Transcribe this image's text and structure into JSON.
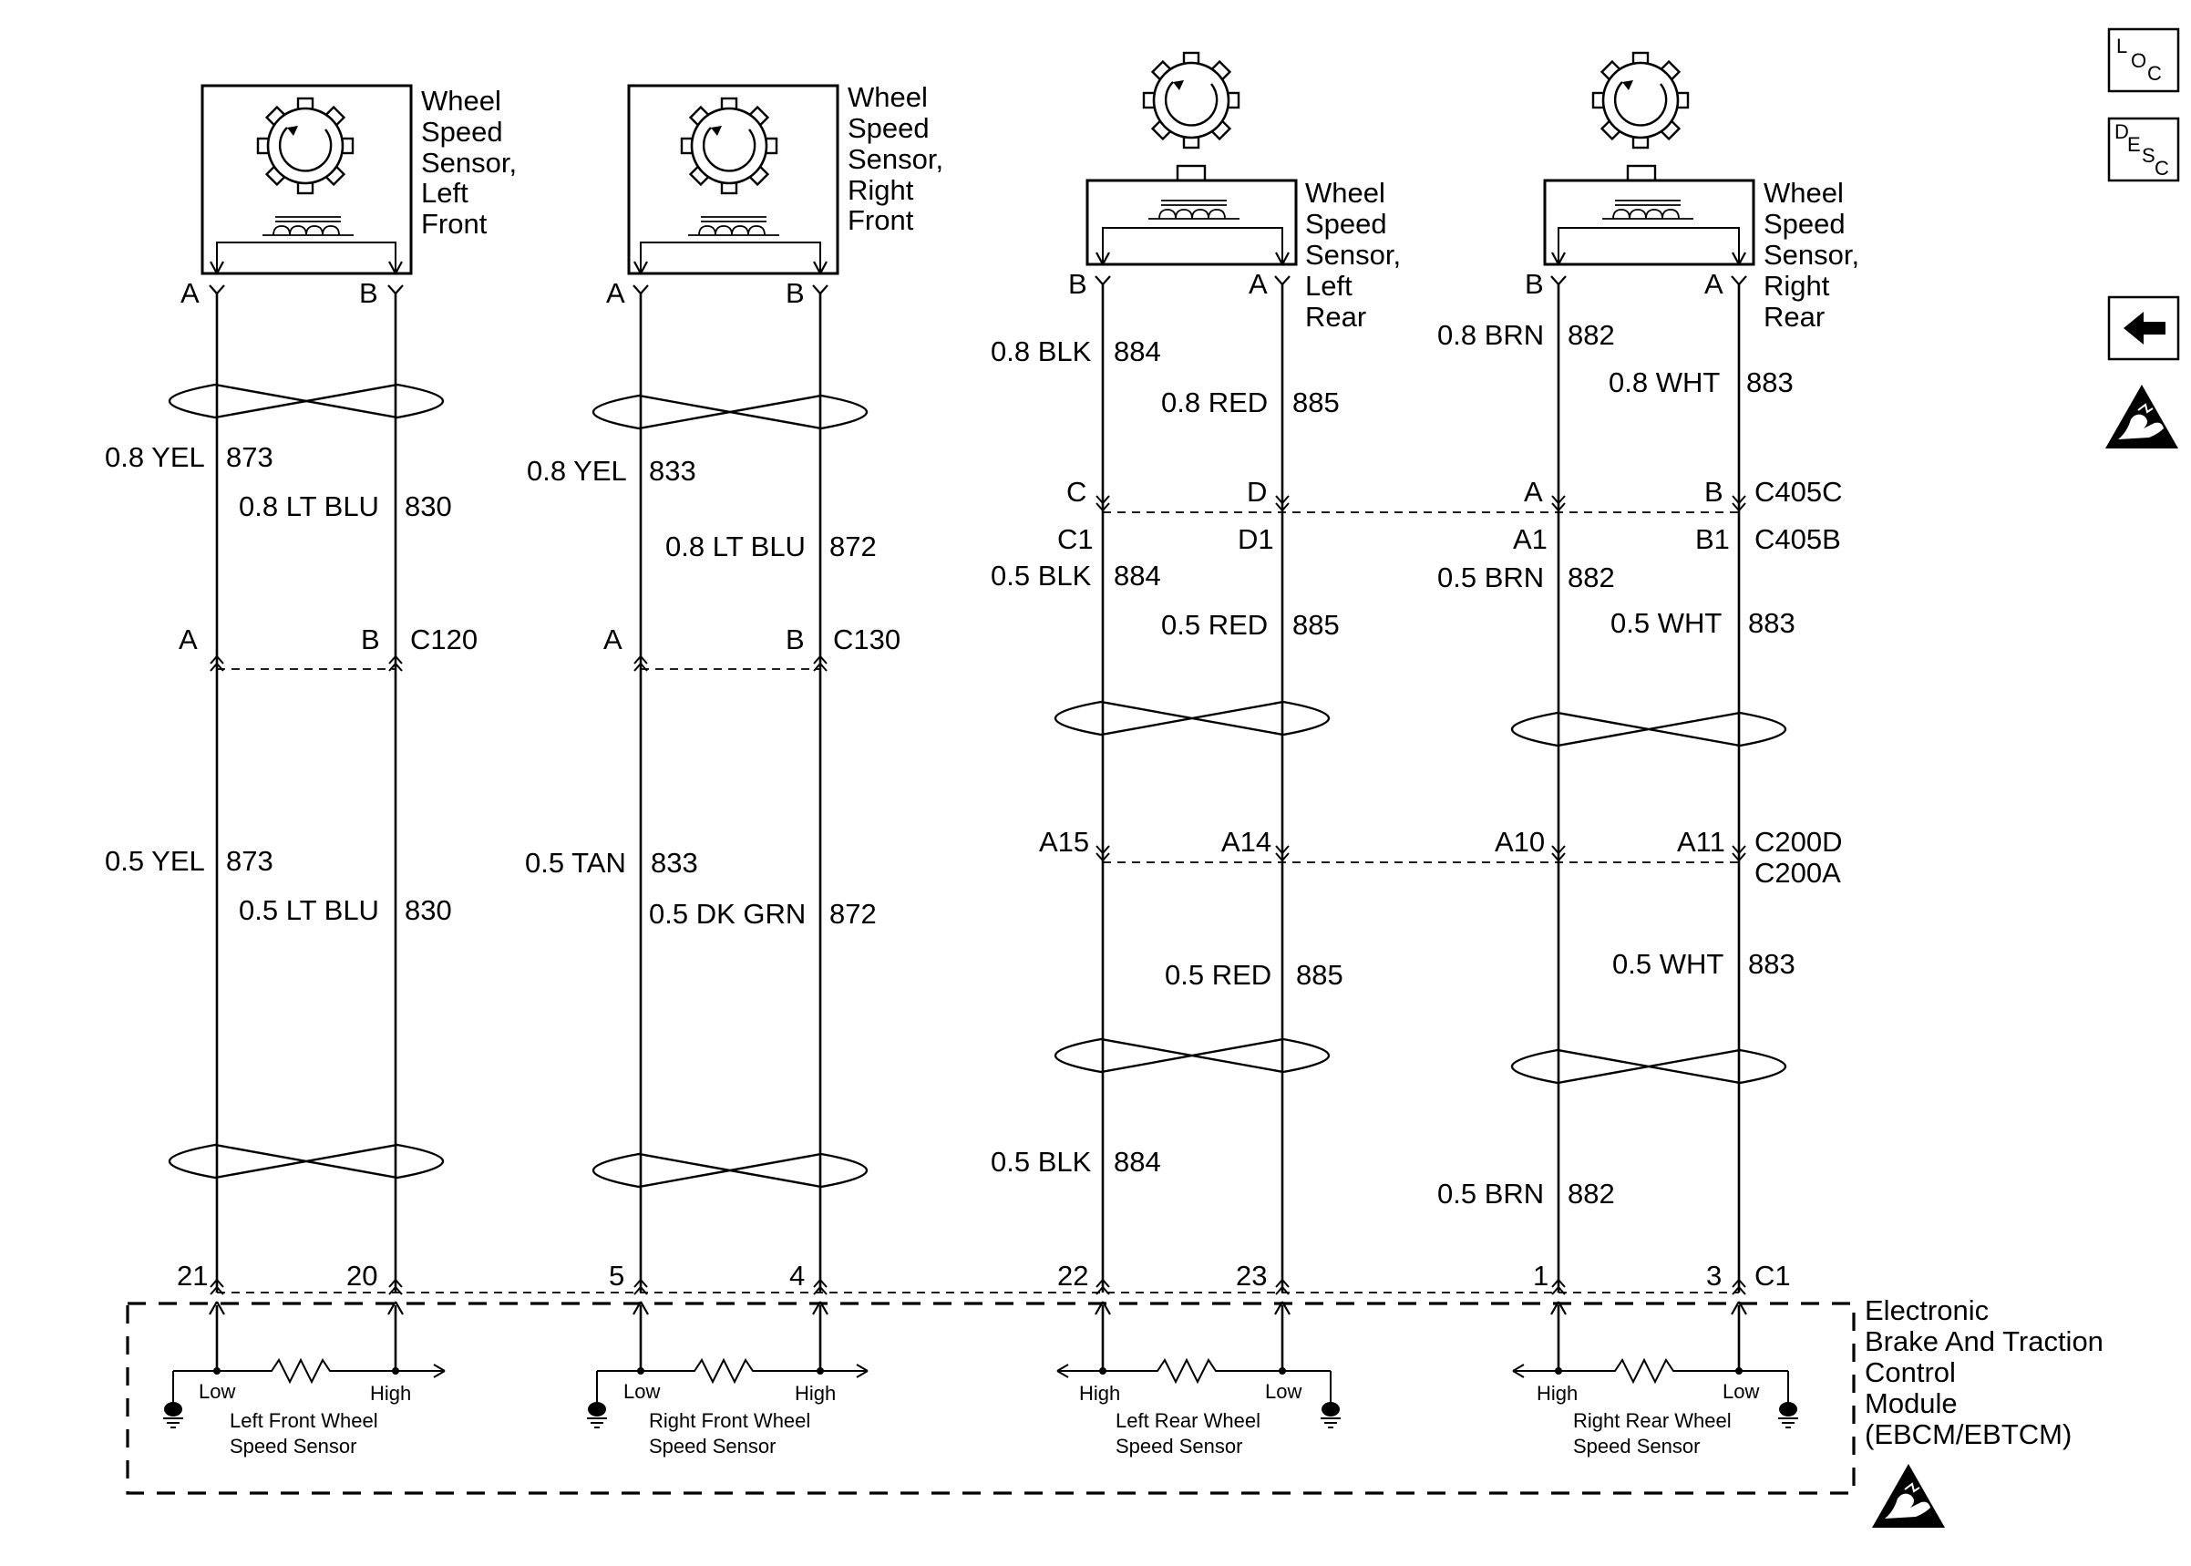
{
  "sensors": {
    "lf": [
      "Wheel",
      "Speed",
      "Sensor,",
      "Left",
      "Front"
    ],
    "rf": [
      "Wheel",
      "Speed",
      "Sensor,",
      "Right",
      "Front"
    ],
    "lr": [
      "Wheel",
      "Speed",
      "Sensor,",
      "Left",
      "Rear"
    ],
    "rr": [
      "Wheel",
      "Speed",
      "Sensor,",
      "Right",
      "Rear"
    ]
  },
  "sensor_pins": {
    "lf_a": "A",
    "lf_b": "B",
    "rf_a": "A",
    "rf_b": "B",
    "lr_b": "B",
    "lr_a": "A",
    "rr_b": "B",
    "rr_a": "A"
  },
  "wires": {
    "lf_w1": {
      "gauge_color": "0.8 YEL",
      "circuit": "873"
    },
    "lf_w2": {
      "gauge_color": "0.8 LT BLU",
      "circuit": "830"
    },
    "lf_w3": {
      "gauge_color": "0.5 YEL",
      "circuit": "873"
    },
    "lf_w4": {
      "gauge_color": "0.5 LT BLU",
      "circuit": "830"
    },
    "rf_w1": {
      "gauge_color": "0.8 YEL",
      "circuit": "833"
    },
    "rf_w2": {
      "gauge_color": "0.8 LT BLU",
      "circuit": "872"
    },
    "rf_w3": {
      "gauge_color": "0.5 TAN",
      "circuit": "833"
    },
    "rf_w4": {
      "gauge_color": "0.5 DK GRN",
      "circuit": "872"
    },
    "lr_w1": {
      "gauge_color": "0.8 BLK",
      "circuit": "884"
    },
    "lr_w2": {
      "gauge_color": "0.8 RED",
      "circuit": "885"
    },
    "lr_w3": {
      "gauge_color": "0.5 BLK",
      "circuit": "884"
    },
    "lr_w4": {
      "gauge_color": "0.5 RED",
      "circuit": "885"
    },
    "lr_w5": {
      "gauge_color": "0.5 RED",
      "circuit": "885"
    },
    "lr_w6": {
      "gauge_color": "0.5 BLK",
      "circuit": "884"
    },
    "rr_w1": {
      "gauge_color": "0.8 BRN",
      "circuit": "882"
    },
    "rr_w2": {
      "gauge_color": "0.8 WHT",
      "circuit": "883"
    },
    "rr_w3": {
      "gauge_color": "0.5 BRN",
      "circuit": "882"
    },
    "rr_w4": {
      "gauge_color": "0.5 WHT",
      "circuit": "883"
    },
    "rr_w5": {
      "gauge_color": "0.5 WHT",
      "circuit": "883"
    },
    "rr_w6": {
      "gauge_color": "0.5 BRN",
      "circuit": "882"
    }
  },
  "connectors": {
    "c120": {
      "name": "C120",
      "pin_a": "A",
      "pin_b": "B"
    },
    "c130": {
      "name": "C130",
      "pin_a": "A",
      "pin_b": "B"
    },
    "c405c": {
      "name": "C405C",
      "pins": [
        "C",
        "D",
        "A",
        "B"
      ]
    },
    "c405b": {
      "name": "C405B",
      "pins": [
        "C1",
        "D1",
        "A1",
        "B1"
      ]
    },
    "c200": {
      "name_top": "C200D",
      "name_bottom": "C200A",
      "pins": [
        "A15",
        "A14",
        "A10",
        "A11"
      ]
    },
    "c1": {
      "name": "C1",
      "pins": [
        "21",
        "20",
        "5",
        "4",
        "22",
        "23",
        "1",
        "3"
      ]
    }
  },
  "module": {
    "name_lines": [
      "Electronic",
      "Brake And Traction",
      "Control",
      "Module",
      "(EBCM/EBTCM)"
    ],
    "inputs": [
      {
        "low": "Low",
        "high": "High",
        "label": [
          "Left Front Wheel",
          "Speed Sensor"
        ]
      },
      {
        "low": "Low",
        "high": "High",
        "label": [
          "Right Front Wheel",
          "Speed Sensor"
        ]
      },
      {
        "low": "Low",
        "high": "High",
        "label": [
          "Left Rear Wheel",
          "Speed Sensor"
        ]
      },
      {
        "low": "Low",
        "high": "High",
        "label": [
          "Right Rear Wheel",
          "Speed Sensor"
        ]
      }
    ]
  },
  "side_icons": {
    "loc": [
      "L",
      "O",
      "C"
    ],
    "desc": [
      "D",
      "E",
      "S",
      "C"
    ],
    "back_icon": "left-arrow-icon",
    "esd_icon": "esd-warning-icon"
  }
}
